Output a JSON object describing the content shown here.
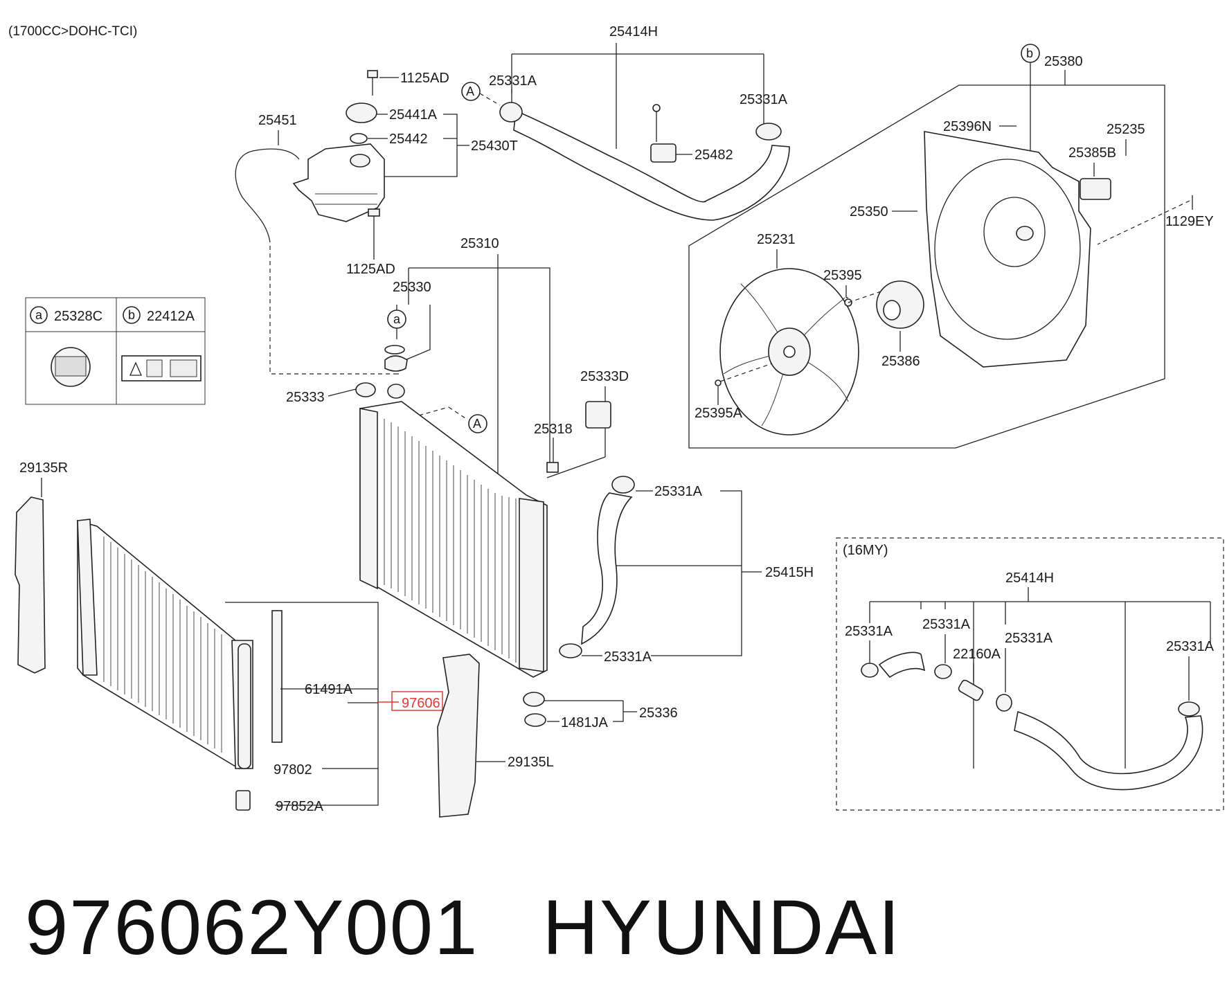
{
  "header_note": "(1700CC>DOHC-TCI)",
  "product": {
    "part_number": "976062Y001",
    "brand": "HYUNDAI"
  },
  "legend_table": {
    "a_marker": "a",
    "a_part": "25328C",
    "b_marker": "b",
    "b_part": "22412A"
  },
  "variant_box": {
    "title": "(16MY)",
    "labels": {
      "hose_main": "25414H",
      "clamp_1": "25331A",
      "clamp_2": "25331A",
      "clamp_3": "25331A",
      "clamp_4": "25331A",
      "connector": "22160A"
    }
  },
  "callouts": {
    "circle_a_marker": "A",
    "circle_a_marker_2": "A",
    "circle_a_small": "a",
    "circle_b_small": "b"
  },
  "labels": {
    "hose_upper": "25414H",
    "clamp_upper_left": "25331A",
    "clamp_upper_right": "25331A",
    "bolt_top": "1125AD",
    "cap": "25441A",
    "seal": "25442",
    "reservoir": "25430T",
    "reservoir_hose": "25451",
    "bolt_bottom": "1125AD",
    "bracket_hose": "25482",
    "fan_assembly": "25380",
    "nut_shroud": "25396N",
    "screw_shroud": "25235",
    "resistor": "25385B",
    "shroud": "25350",
    "bolt_shroud": "1129EY",
    "fan": "25231",
    "nut_fan": "25395",
    "motor": "25386",
    "nut_fan_2": "25395A",
    "radiator": "25310",
    "radiator_cap": "25330",
    "cap_seat": "25333",
    "mount_upper": "25333D",
    "drain_plug": "25318",
    "clamp_lower_top": "25331A",
    "hose_lower": "25415H",
    "clamp_lower_bottom": "25331A",
    "insulator": "25336",
    "insulator_washer": "1481JA",
    "air_guard_right": "29135R",
    "air_guard_left": "29135L",
    "seal_pad": "61491A",
    "condenser": "97606",
    "receiver_drier": "97802",
    "cap_drier": "97852A"
  },
  "colors": {
    "line": "#222222",
    "highlight": "#e53935",
    "background": "#ffffff"
  }
}
